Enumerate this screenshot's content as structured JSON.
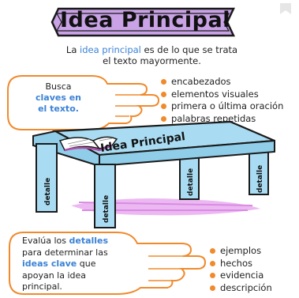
{
  "title": "Idea Principal",
  "intro": {
    "before": "La ",
    "highlight": "idea principal",
    "after": " es de lo que se trata",
    "line2": "el texto mayormente."
  },
  "top_bubble": {
    "line1": "Busca",
    "line2": "claves en",
    "line3": "el texto."
  },
  "top_list": [
    "encabezados",
    "elementos visuales",
    "primera o última oración",
    "palabras repetidas"
  ],
  "table": {
    "top_label": "Idea Principal",
    "leg_label": "detalle"
  },
  "bottom_bubble": {
    "t1": "Evalúa los ",
    "t2": "detalles",
    "t3": "para determinar las",
    "t4": "ideas clave",
    "t5": " que",
    "t6": "apoyan la idea",
    "t7": "principal."
  },
  "bottom_list": [
    "ejemplos",
    "hechos",
    "evidencia",
    "descripción"
  ],
  "colors": {
    "banner": "#c9a3e6",
    "table": "#a9dcf2",
    "accent": "#f08a2c",
    "highlight": "#3b82d6",
    "shadow": "#d98be3"
  }
}
